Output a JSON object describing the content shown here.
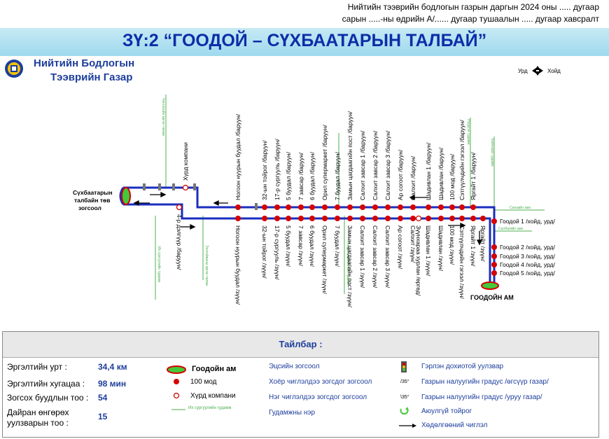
{
  "header": {
    "line1": "Нийтийн тээврийн бодлогын газрын даргын 2024 оны ..... дугаар",
    "line2": "сарын .....-ны өдрийн А/...... дугаар тушаалын ..... дугаар хавсралт"
  },
  "title": "ЗҮ:2 “ГООДОЙ – СҮХБААТАРЫН ТАЛБАЙ”",
  "org": {
    "line1": "Нийтийн Бодлогын",
    "line2": "Тээврийн Газар"
  },
  "compass": {
    "left": "Урд",
    "right": "Хойд"
  },
  "terminals": {
    "west": {
      "line1": "Сүхбаатарын",
      "line2": "талбайн төв",
      "line3": "зогсоол"
    },
    "east": "ГООДОЙН АМ"
  },
  "streets": {
    "s1": "Чингисийн өргөн чөлөө",
    "s2": "Их сургуулийн гудамж",
    "s3": "Энхтайваны өргөн чөлөө",
    "s4": "Нэгдсэн эмнэлгийн гудамж",
    "s5": "Нэгдсэн гудамж",
    "s6": "Баянзүрх гудамж",
    "s7": "Зайсан гудамж",
    "s8": "Сансрын гудамж",
    "s9": "Салбагийн өргөн чөлөө",
    "s10": "Санлай чөлөө",
    "s11": "Салбагийн чөлөө",
    "s12": "Санзайн зам",
    "s13": "Салбагийн зам"
  },
  "stops_top": [
    "Хүрд компани",
    "Ногоон нуурын буудал /баруун/",
    "32-ын тойрог /баруун/",
    "17-р сургууль /баруун/",
    "5 буудал /баруун/",
    "7 завсар /баруун/",
    "6 буудал /баруун/",
    "Орил супермаркет /баруун/",
    "7 буудал /баруун/",
    "Замын цагдаагийн пост /баруун/",
    "Салхит завсар 1 /баруун/",
    "Салхит завсар 2 /баруун/",
    "Салхит завсар 3 /баруун/",
    "Ар согоот /баруун/",
    "Салхит /баруун/",
    "Шадивлан 1 /баруун/",
    "Шадивлан /баруун/",
    "100 мод /баруун/",
    "Сэтгүүлчдийн гэгээл /баруун/",
    "Яргайт 1 /баруун/"
  ],
  "stops_bottom": [
    "4-р дэлгүүр /баруун/",
    "Ногоон нуурын буудал /зүүн/",
    "32-ын тойрог /зүүн/",
    "17-р сургууль /зүүн/",
    "5 буудал /зүүн/",
    "7 завсар /зүүн/",
    "6 буудал /зүүн/",
    "Орил супермаркет /зүүн/",
    "7 буудал /зүүн/",
    "Замын цагдаагийн пост /зүүн/",
    "Салхит завсар 1 /зүүн/",
    "Салхит завсар 2 /зүүн/",
    "Салхит завсар 3 /зүүн/",
    "Ар согоот /зүүн/",
    "Салхит /зүүн/",
    "Зүүнхараа хурлан /өргөд/",
    "Шадивлан 1 /зүүн/",
    "Шадивлан /зүүн/",
    "100 мод /зүүн/",
    "Сэтгүүлчдийн гэгээл /зүүн/",
    "Яргайт 1 /зүүн/",
    "Яргайт /зүүн/"
  ],
  "stops_east": [
    "Гоодой 1 /хойд, урд/",
    "Гоодой 2 /хойд, урд/",
    "Гоодой 3 /хойд, урд/",
    "Гоодой 4 /хойд, урд/",
    "Гоодой 5 /хойд, урд/"
  ],
  "legend": {
    "title": "Тайлбар :",
    "stats": [
      {
        "label": "Эргэлтийн урт :",
        "value": "34,4 км"
      },
      {
        "label": "Эргэлтийн хугацаа :",
        "value": "98 мин"
      },
      {
        "label": "Зогсох буудлын тоо :",
        "value": "54"
      },
      {
        "label": "Дайран өнгөрөх\nуулзварын тоо :",
        "value": "15"
      }
    ],
    "col2": {
      "terminal": "Гоодойн ам",
      "stop100": "100 мод",
      "stopCompany": "Хүрд компани",
      "street": "Их сургуулийн гудамж"
    },
    "col3": {
      "a": "Эцсийн зогсоол",
      "b": "Хоёр чиглэлдээ зогсдог зогсоол",
      "c": "Нэг чиглэлдээ зогсдог зогсоол",
      "d": "Гудамжны нэр"
    },
    "col4": {
      "signal": "Гэрлэн дохиотой уулзвар",
      "slopeUp": "Газрын налуугийн градус /өгсүүр газар/",
      "slopeDown": "Газрын налуугийн градус /уруу газар/",
      "turn": "Аюулгүй тойрог",
      "dir": "Хөдөлгөөний чиглэл",
      "up_deg": "/35°",
      "down_deg": "\\35°"
    }
  }
}
